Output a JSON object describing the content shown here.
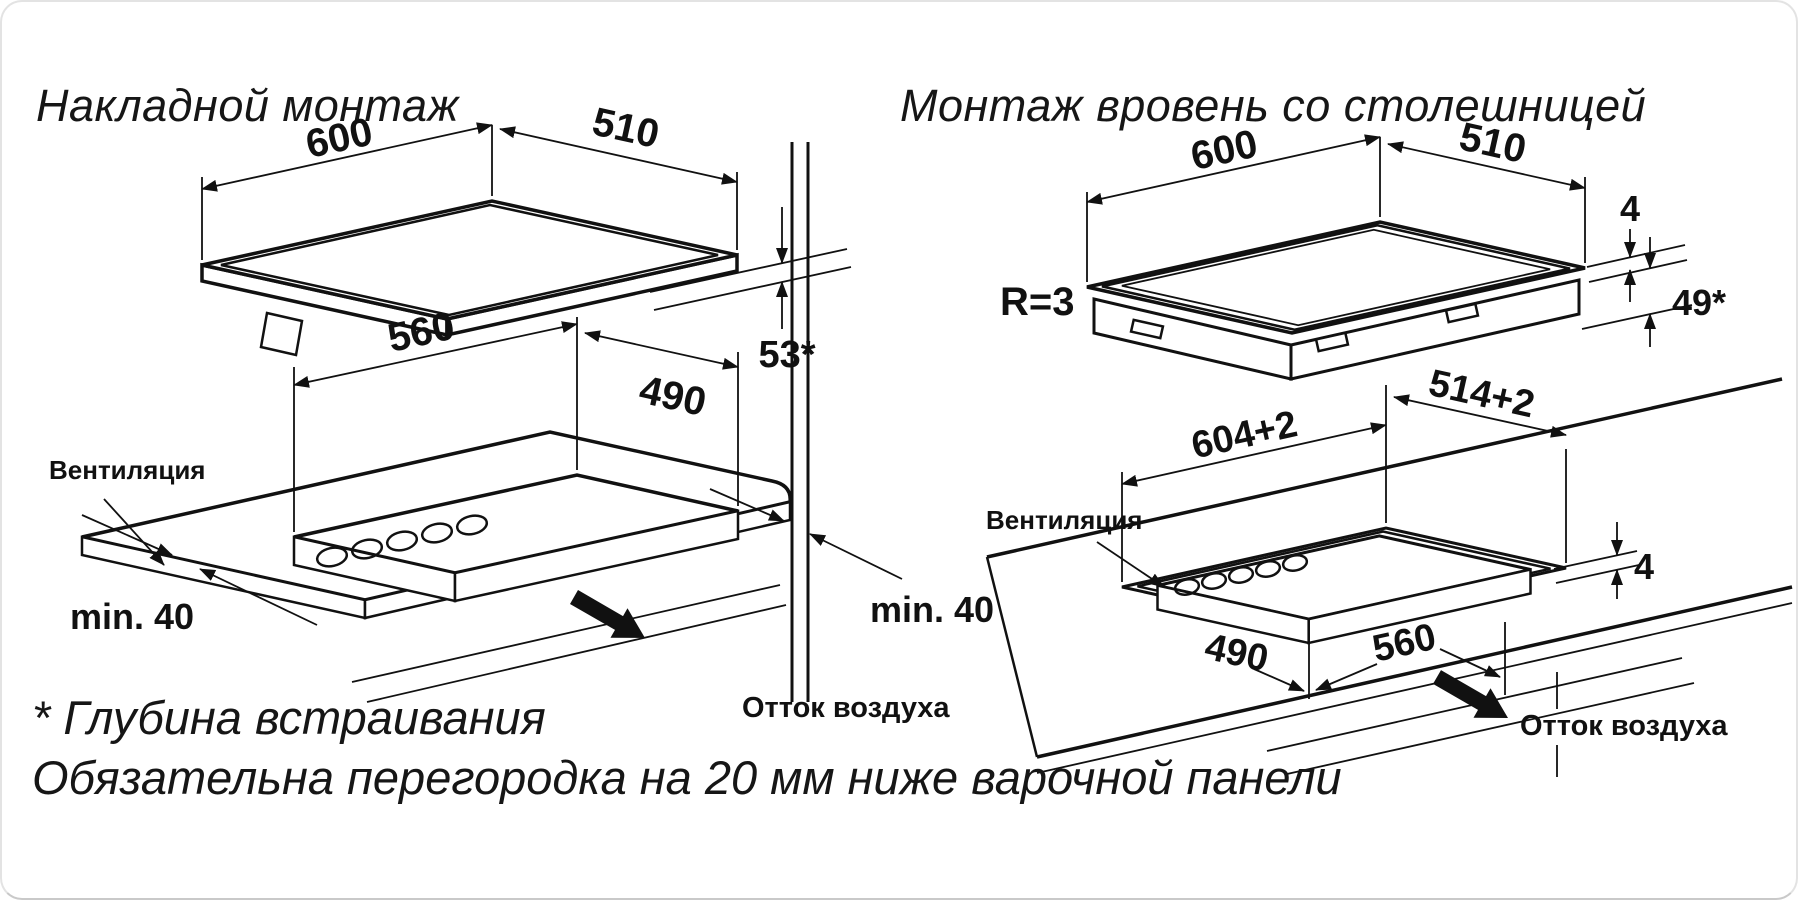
{
  "page": {
    "title_left": "Накладной монтаж",
    "title_right": "Монтаж вровень со столешницей",
    "footnote_line1": "* Глубина встраивания",
    "footnote_line2": "Обязательна перегородка на 20 мм ниже варочной панели"
  },
  "left_panel": {
    "dims": {
      "width": "600",
      "depth": "510",
      "overlay_height": "53*",
      "cutout_width": "560",
      "cutout_depth": "490",
      "clearance_left": "min. 40",
      "clearance_right": "min. 40"
    },
    "labels": {
      "ventilation": "Вентиляция",
      "air_outflow": "Отток воздуха"
    }
  },
  "right_panel": {
    "dims": {
      "width": "600",
      "depth": "510",
      "glass_thickness": "4",
      "embed_depth": "49*",
      "corner_radius": "R=3",
      "recess_width": "604+2",
      "recess_depth": "514+2",
      "step_depth": "4",
      "cutout_depth": "490",
      "cutout_width": "560"
    },
    "labels": {
      "ventilation": "Вентиляция",
      "air_outflow": "Отток воздуха"
    }
  }
}
